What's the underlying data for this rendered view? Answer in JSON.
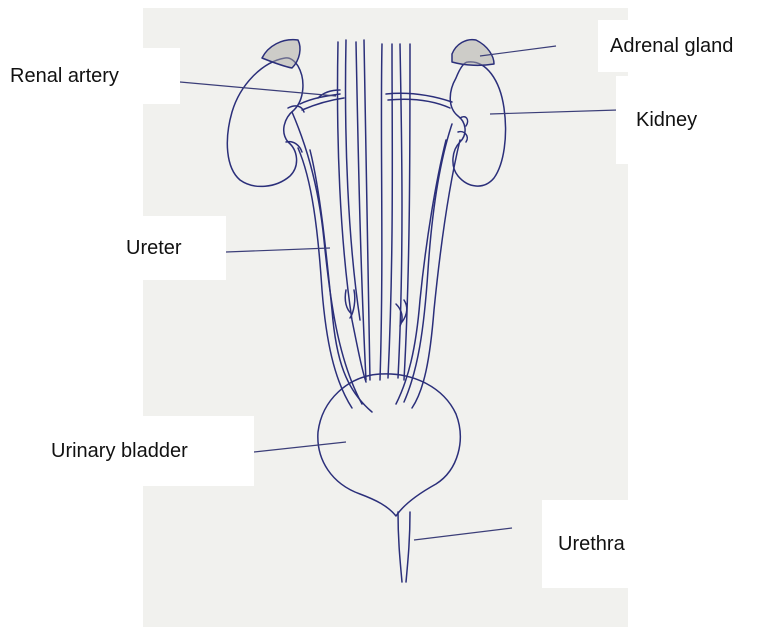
{
  "labels": {
    "renal_artery": "Renal artery",
    "ureter": "Ureter",
    "urinary_bladder": "Urinary bladder",
    "adrenal_gland": "Adrenal gland",
    "kidney": "Kidney",
    "urethra": "Urethra"
  },
  "colors": {
    "ink": "#2b2f7a",
    "paper": "#f1f1ee",
    "label_background": "#ffffff"
  }
}
